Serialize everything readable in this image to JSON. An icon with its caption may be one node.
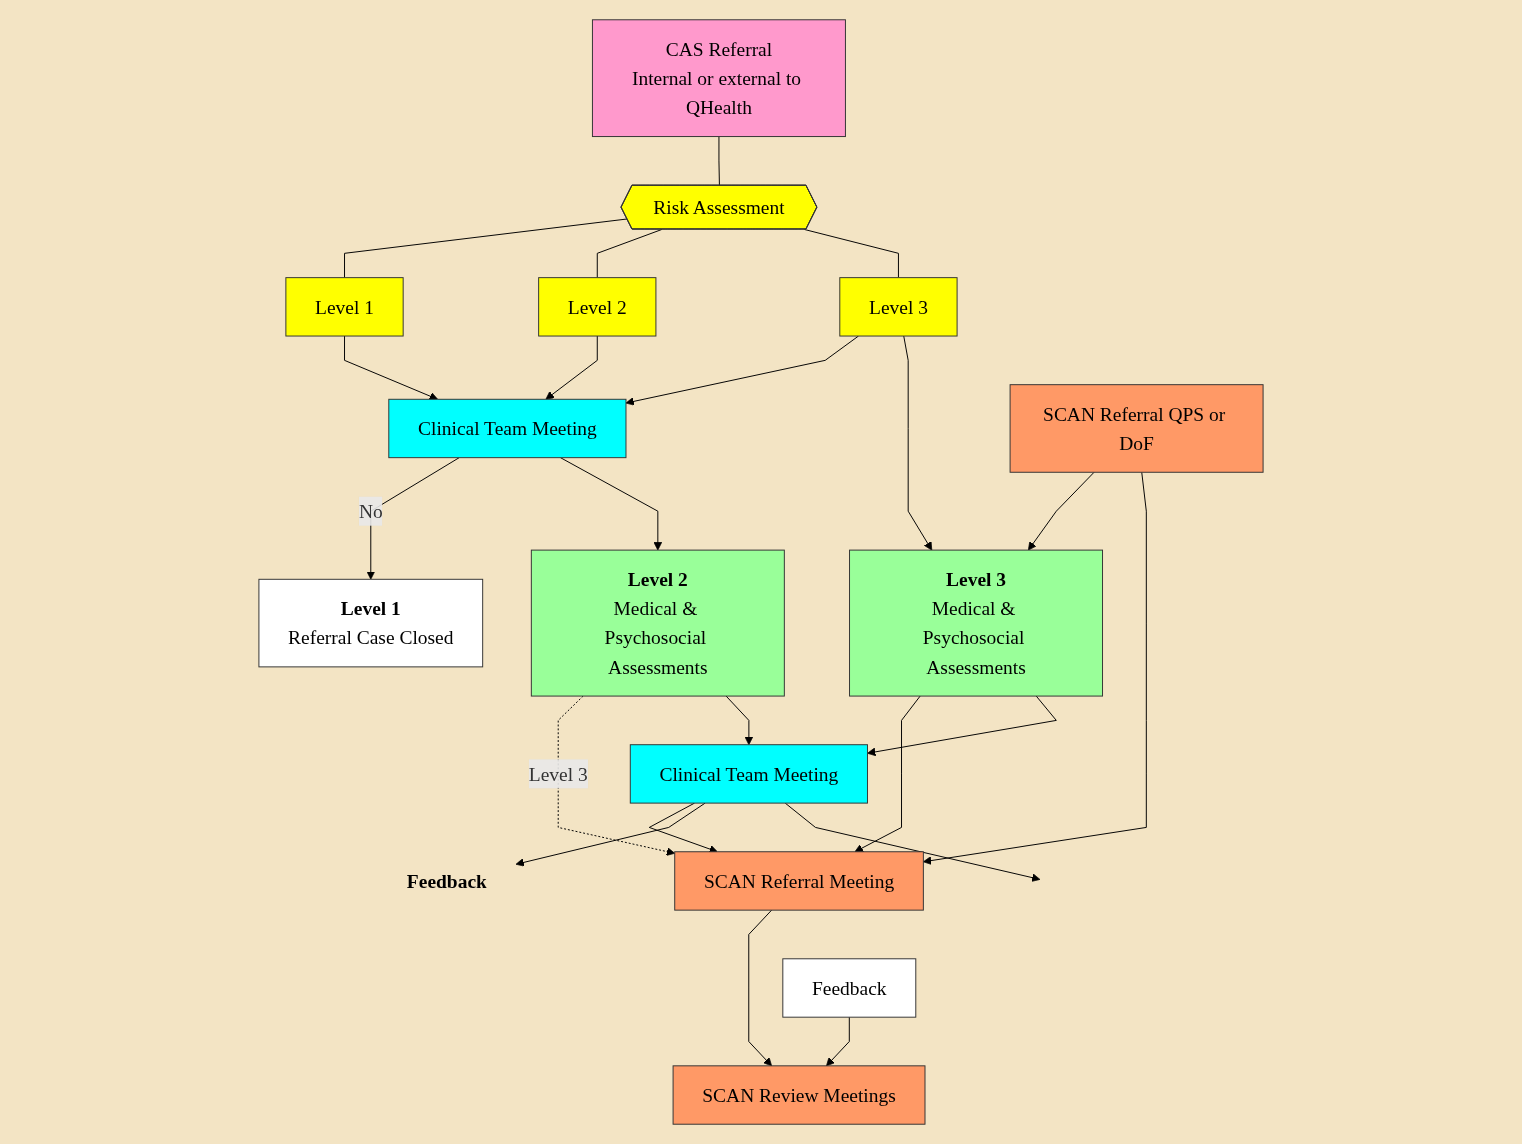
{
  "diagram": {
    "nodes": [
      {
        "text": [
          "CAS Referral",
          "Internal or external to QHealth"
        ]
      },
      {
        "text": [
          "Risk Assessment"
        ]
      },
      {
        "text": [
          "Level 1"
        ]
      },
      {
        "text": [
          "Level 2"
        ]
      },
      {
        "text": [
          "Level 3"
        ]
      },
      {
        "text": [
          "Clinical Team Meeting"
        ]
      },
      {
        "text": [
          "Level 1",
          "Referral Case Closed"
        ]
      },
      {
        "text": [
          "Level 2",
          "Medical & Psychosocial Assessments"
        ]
      },
      {
        "text": [
          "Level 3",
          "Medical & Psychosocial Assessments"
        ]
      },
      {
        "text": [
          "SCAN Referral QPS or DoF"
        ]
      },
      {
        "text": [
          "SCAN Referral Meeting"
        ]
      },
      {
        "text": [
          "SCAN Review Meetings"
        ]
      },
      {
        "text": [
          "Clinical Team Meeting"
        ]
      },
      {
        "text": [
          "Feedback"
        ]
      },
      {
        "text": [
          "Feedback"
        ]
      }
    ],
    "edges": [
      {
        "from": 0,
        "to": 1,
        "arrow": "none"
      },
      {
        "from": 1,
        "to": 2,
        "arrow": "none"
      },
      {
        "from": 1,
        "to": 3,
        "arrow": "none"
      },
      {
        "from": 1,
        "to": 4,
        "arrow": "none"
      },
      {
        "from": 2,
        "to": 5,
        "arrow": "to"
      },
      {
        "from": 3,
        "to": 5,
        "arrow": "to"
      },
      {
        "from": 4,
        "to": 5,
        "arrow": "to"
      },
      {
        "from": 4,
        "to": 8,
        "arrow": "to"
      },
      {
        "from": 5,
        "to": 6,
        "arrow": "to",
        "label": "No"
      },
      {
        "from": 5,
        "to": 7,
        "arrow": "to"
      },
      {
        "from": 9,
        "to": 8,
        "arrow": "to"
      },
      {
        "from": 9,
        "to": 10,
        "arrow": "to"
      },
      {
        "from": 8,
        "to": 10,
        "arrow": "to"
      },
      {
        "from": 7,
        "to": 10,
        "arrow": "to",
        "label": "Level 3",
        "style": "dashed"
      },
      {
        "from": 8,
        "to": 12,
        "arrow": "to"
      },
      {
        "from": 7,
        "to": 12,
        "arrow": "to"
      },
      {
        "from": 12,
        "to": 10,
        "arrow": "to"
      },
      {
        "from": 10,
        "to": 11,
        "arrow": "to"
      },
      {
        "from": 12,
        "to": 13,
        "arrow": "to"
      },
      {
        "from": 12,
        "to": null,
        "arrow": "to"
      },
      {
        "from": 14,
        "to": 11,
        "arrow": "to"
      }
    ]
  }
}
